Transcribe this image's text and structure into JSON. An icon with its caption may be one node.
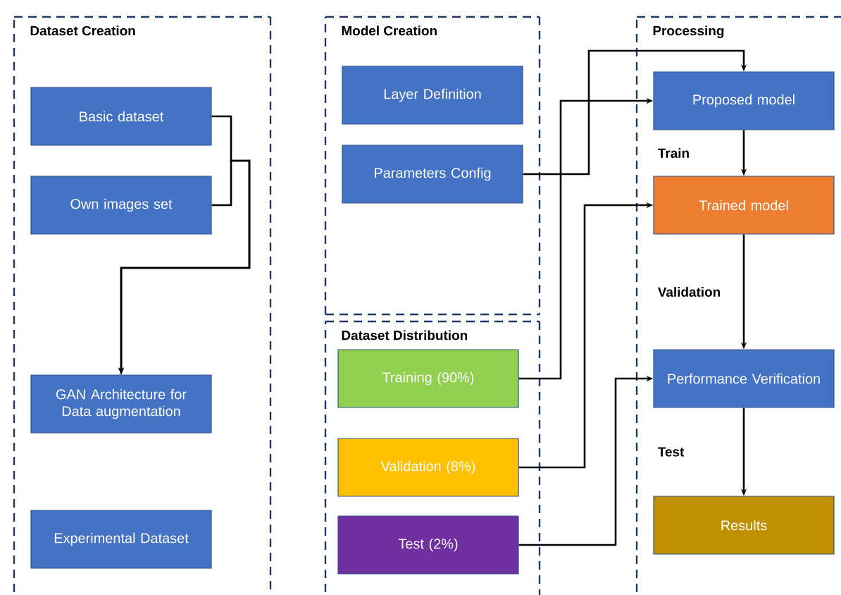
{
  "diagram": {
    "nodes": [
      {
        "text": [
          "Dataset Creation"
        ]
      },
      {
        "text": [
          "Basic dataset"
        ],
        "in": 0
      },
      {
        "text": [
          "Own images set"
        ],
        "in": 0
      },
      {
        "text": [
          "GAN Architecture for Data augmentation"
        ],
        "in": 0
      },
      {
        "text": [
          "Experimental Dataset"
        ],
        "in": 0
      },
      {
        "text": [
          "Model Creation"
        ]
      },
      {
        "text": [
          "Layer Definition"
        ],
        "in": 5
      },
      {
        "text": [
          "Parameters Config"
        ],
        "in": 5
      },
      {
        "text": [
          "Dataset Distribution"
        ]
      },
      {
        "text": [
          "Training (90%)"
        ],
        "in": 8
      },
      {
        "text": [
          "Validation (8%)"
        ],
        "in": 8
      },
      {
        "text": [
          "Test (2%)"
        ],
        "in": 8
      },
      {
        "text": [
          "Processing"
        ]
      },
      {
        "text": [
          "Proposed model"
        ],
        "in": 12
      },
      {
        "text": [
          "Trained model"
        ],
        "in": 12
      },
      {
        "text": [
          "Performance Verification"
        ],
        "in": 12
      },
      {
        "text": [
          "Results"
        ],
        "in": 12
      }
    ],
    "edges": [
      {
        "from": 1,
        "to": 3,
        "arrow": "to"
      },
      {
        "from": 2,
        "to": 3,
        "arrow": "to"
      },
      {
        "from": 7,
        "to": 13,
        "arrow": "to"
      },
      {
        "from": 9,
        "to": 13,
        "arrow": "to"
      },
      {
        "from": 13,
        "to": 14,
        "arrow": "to",
        "label": "Train"
      },
      {
        "from": 10,
        "to": 14,
        "arrow": "to"
      },
      {
        "from": 14,
        "to": 15,
        "arrow": "to",
        "label": "Validation"
      },
      {
        "from": 11,
        "to": 15,
        "arrow": "to"
      },
      {
        "from": 15,
        "to": 16,
        "arrow": "to",
        "label": "Test"
      }
    ]
  }
}
